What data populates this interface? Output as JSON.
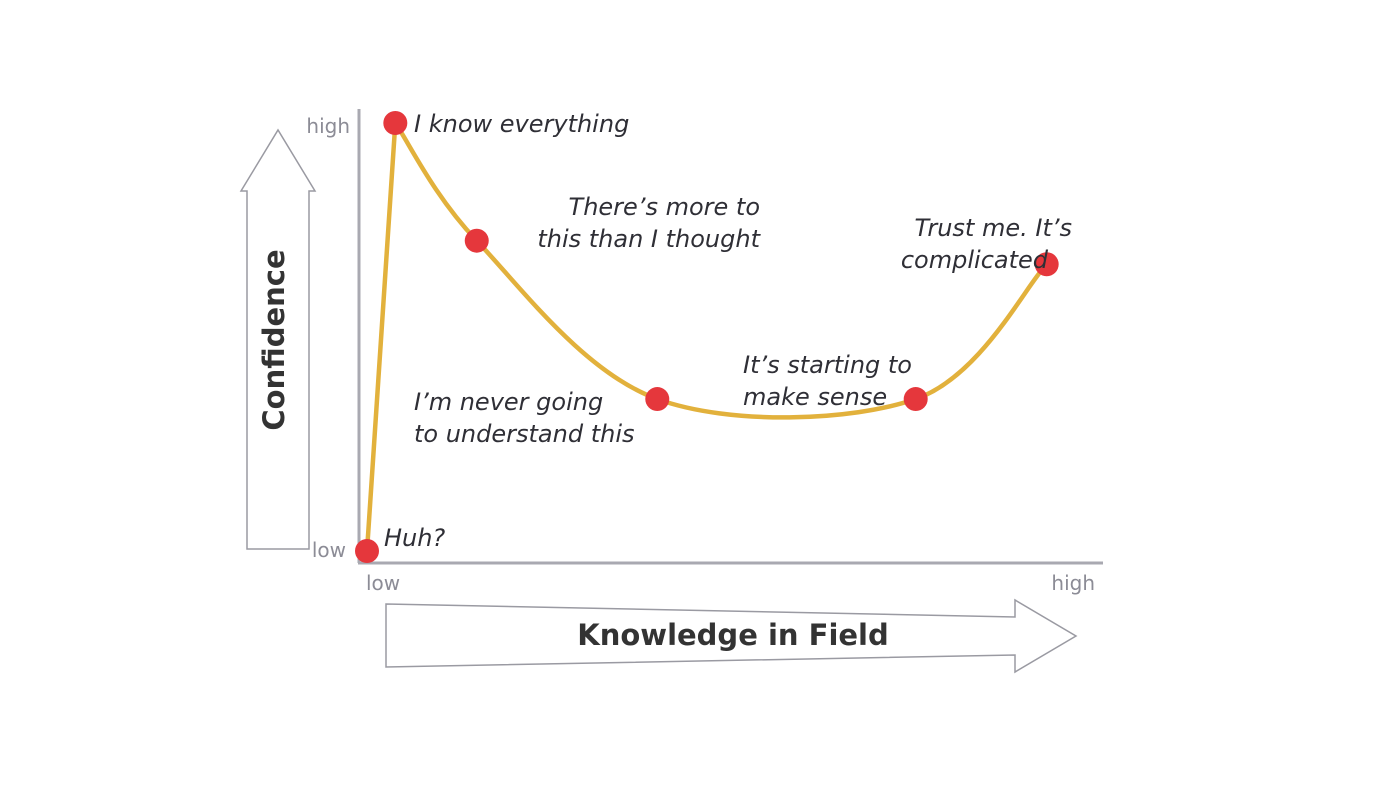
{
  "chart_data": {
    "type": "line",
    "title": "",
    "xlabel": "Knowledge in Field",
    "ylabel": "Confidence",
    "x_ticks": {
      "low": "low",
      "high": "high"
    },
    "y_ticks": {
      "low": "low",
      "high": "high"
    },
    "xlim": [
      0,
      100
    ],
    "ylim": [
      0,
      100
    ],
    "grid": false,
    "legend": "none",
    "curve_color": "#e2b13c",
    "marker_color": "#e5373c",
    "points": [
      {
        "x": 0,
        "y": 0,
        "label": "Huh?"
      },
      {
        "x": 4,
        "y": 100,
        "label": "I know everything"
      },
      {
        "x": 15.5,
        "y": 72.5,
        "label": "There’s more to this than I thought"
      },
      {
        "x": 41,
        "y": 35.5,
        "label": "I’m never going to understand this"
      },
      {
        "x": 77.5,
        "y": 35.5,
        "label": "It’s starting to make sense"
      },
      {
        "x": 96,
        "y": 67,
        "label": "Trust me. It’s complicated"
      }
    ]
  }
}
